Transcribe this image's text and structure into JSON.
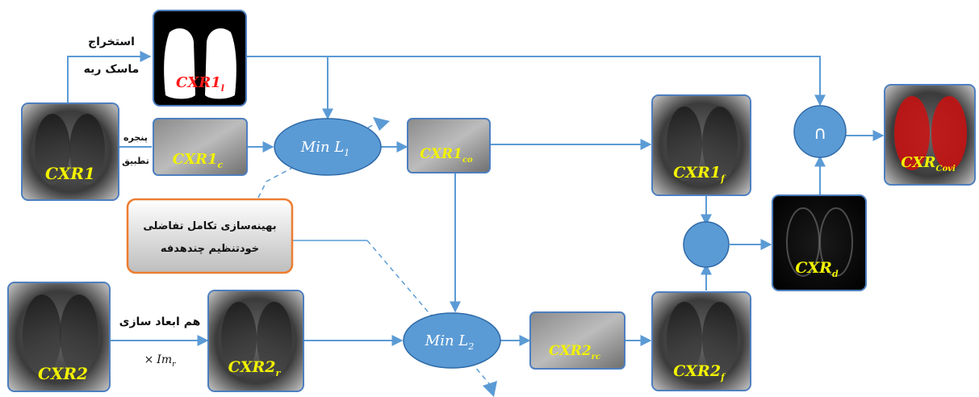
{
  "images": {
    "cxr1": "CXR1",
    "cxr1_mask": "CXR1",
    "cxr1_mask_sub": "l",
    "cxr1_c": "CXR1",
    "cxr1_c_sub": "c",
    "cxr1_co": "CXR1",
    "cxr1_co_sub": "co",
    "cxr1_f": "CXR1",
    "cxr1_f_sub": "f",
    "cxr2": "CXR2",
    "cxr2_r": "CXR2",
    "cxr2_r_sub": "r",
    "cxr2_rc": "CXR2",
    "cxr2_rc_sub": "rc",
    "cxr2_f": "CXR2",
    "cxr2_f_sub": "f",
    "cxr_d": "CXR",
    "cxr_d_sub": "d",
    "cxr_covi": "CXR",
    "cxr_covi_sub": "Covi"
  },
  "nodes": {
    "min_l1": "Min L",
    "min_l1_sub": "1",
    "min_l2": "Min L",
    "min_l2_sub": "2",
    "intersect": "∩",
    "subtract": ""
  },
  "labels": {
    "lung_mask_line1": "استخراج",
    "lung_mask_line2": "ماسک ریه",
    "window_line1": "پنجره",
    "window_line2": "تطبیق",
    "registration": "هم ابعاد سازی",
    "scale_prefix": "×",
    "scale_im": "Im",
    "scale_sub": "r"
  },
  "callout": {
    "line1": "بهینه‌سازی تکامل تفاضلی",
    "line2": "خودتنظیم چندهدفه"
  },
  "colors": {
    "accent": "#5b9bd5",
    "arrow": "#5b9bd5",
    "frame": "#4d7fbf",
    "label_yellow": "#f2f200",
    "label_red": "#ff1a1a",
    "callout_border": "#ed7d31"
  }
}
